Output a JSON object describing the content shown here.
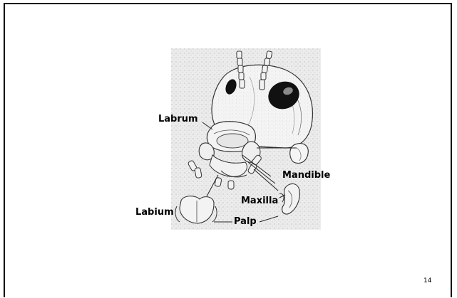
{
  "diagram": {
    "labels": {
      "labrum": "Labrum",
      "mandible": "Mandible",
      "maxilla": "Maxilla",
      "labium": "Labium",
      "palp": "Palp"
    }
  },
  "slide": {
    "page_number": "14"
  }
}
